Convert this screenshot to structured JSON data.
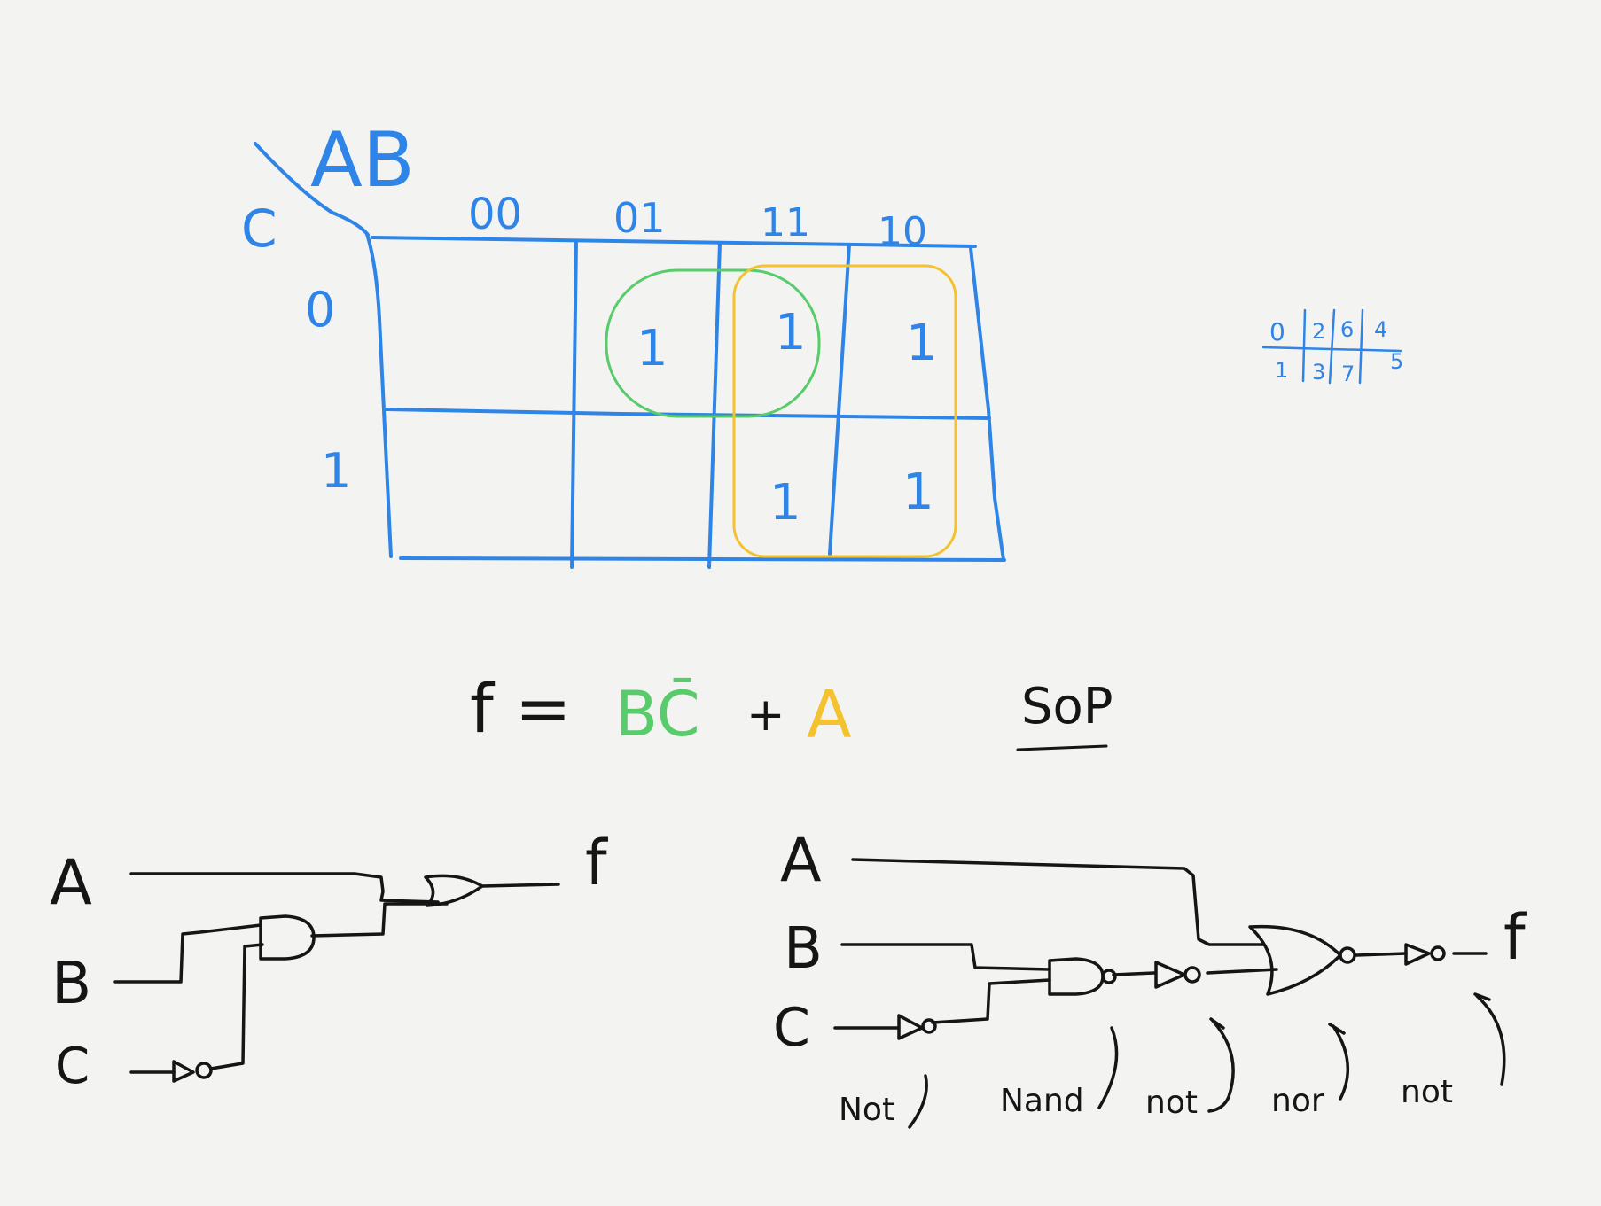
{
  "kmap": {
    "row_var": "C",
    "col_vars": "AB",
    "col_headers": [
      "00",
      "01",
      "11",
      "10"
    ],
    "row_headers": [
      "0",
      "1"
    ],
    "cells": [
      [
        "",
        "1",
        "1",
        "1"
      ],
      [
        "",
        "",
        "1",
        "1"
      ]
    ],
    "groups": [
      {
        "color": "#58cc6a",
        "cells": "row 0, cols 01-11"
      },
      {
        "color": "#f4c22e",
        "cells": "rows 0-1, cols 11-10"
      }
    ],
    "index_note": {
      "top": [
        "0",
        "2",
        "6",
        "4"
      ],
      "bottom": [
        "1",
        "3",
        "7",
        "5"
      ]
    }
  },
  "equation": {
    "lhs": "f =",
    "term1": "BC̄",
    "plus": "+",
    "term2": "A",
    "form_label": "SoP"
  },
  "circuit_left": {
    "inputs": [
      "A",
      "B",
      "C"
    ],
    "output": "f"
  },
  "circuit_right": {
    "inputs": [
      "A",
      "B",
      "C"
    ],
    "output": "f",
    "annotations": [
      "Not",
      "Nand",
      "not",
      "nor",
      "not"
    ]
  },
  "colors": {
    "blue": "#2f84e8",
    "ink": "#151515",
    "green": "#58cc6a",
    "yellow": "#f4c22e"
  }
}
